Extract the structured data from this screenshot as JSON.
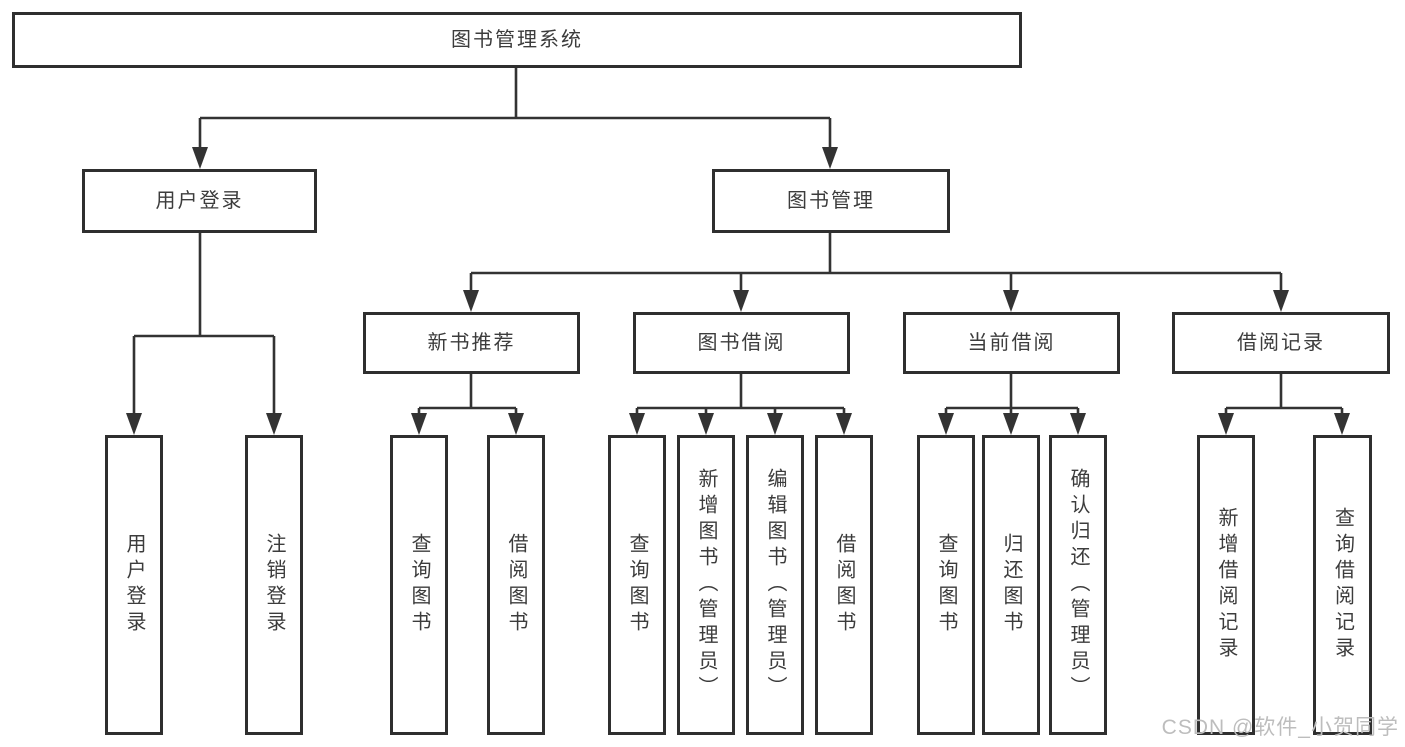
{
  "tree": {
    "root": {
      "label": "图书管理系统",
      "children": [
        {
          "label": "用户登录",
          "children": [
            {
              "label": "用户登录"
            },
            {
              "label": "注销登录"
            }
          ]
        },
        {
          "label": "图书管理",
          "children": [
            {
              "label": "新书推荐",
              "children": [
                {
                  "label": "查询图书"
                },
                {
                  "label": "借阅图书"
                }
              ]
            },
            {
              "label": "图书借阅",
              "children": [
                {
                  "label": "查询图书"
                },
                {
                  "label": "新增图书（管理员）"
                },
                {
                  "label": "编辑图书（管理员）"
                },
                {
                  "label": "借阅图书"
                }
              ]
            },
            {
              "label": "当前借阅",
              "children": [
                {
                  "label": "查询图书"
                },
                {
                  "label": "归还图书"
                },
                {
                  "label": "确认归还（管理员）"
                }
              ]
            },
            {
              "label": "借阅记录",
              "children": [
                {
                  "label": "新增借阅记录"
                },
                {
                  "label": "查询借阅记录"
                }
              ]
            }
          ]
        }
      ]
    }
  },
  "watermark": "CSDN @软件_小贺同学",
  "colors": {
    "line": "#333333",
    "text": "#3c3c3c",
    "watermark": "#bdbdbd",
    "background": "#ffffff"
  }
}
